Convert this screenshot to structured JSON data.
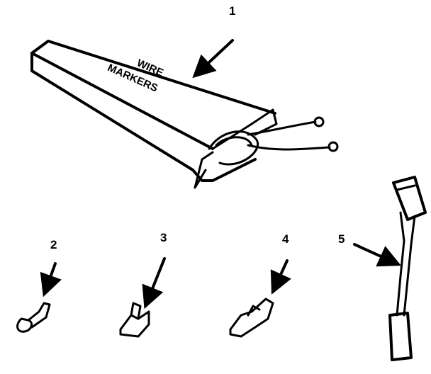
{
  "diagram": {
    "callouts": [
      "1",
      "2",
      "3",
      "4",
      "5"
    ],
    "box_label": [
      "WIRE",
      "MARKERS"
    ],
    "parts": [
      {
        "number": "1",
        "depicts": "wire-marker-box"
      },
      {
        "number": "2",
        "depicts": "ring-terminal"
      },
      {
        "number": "3",
        "depicts": "spade-terminal"
      },
      {
        "number": "4",
        "depicts": "terminal"
      },
      {
        "number": "5",
        "depicts": "connector-harness"
      }
    ],
    "colors": {
      "ink": "#000000",
      "background": "#ffffff"
    }
  }
}
